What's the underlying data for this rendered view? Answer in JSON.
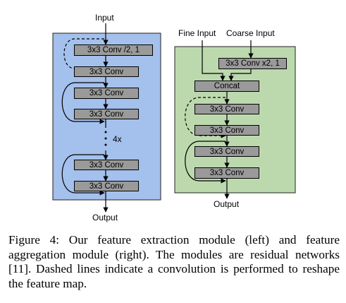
{
  "left_module": {
    "input_label": "Input",
    "output_label": "Output",
    "repeat_label": "4x",
    "blocks": [
      "3x3 Conv /2, 1",
      "3x3 Conv",
      "3x3 Conv",
      "3x3 Conv",
      "3x3 Conv",
      "3x3 Conv"
    ],
    "panel_color": "#a4c0ec"
  },
  "right_module": {
    "fine_input_label": "Fine Input",
    "coarse_input_label": "Coarse Input",
    "output_label": "Output",
    "blocks": [
      "3x3 Conv x2, 1",
      "Concat",
      "3x3 Conv",
      "3x3 Conv",
      "3x3 Conv",
      "3x3 Conv"
    ],
    "panel_color": "#bcd9ae"
  },
  "caption": {
    "text": "Figure 4: Our feature extraction module (left) and feature aggregation module (right). The modules are residual networks [11]. Dashed lines indicate a convolution is performed to reshape the feature map."
  }
}
